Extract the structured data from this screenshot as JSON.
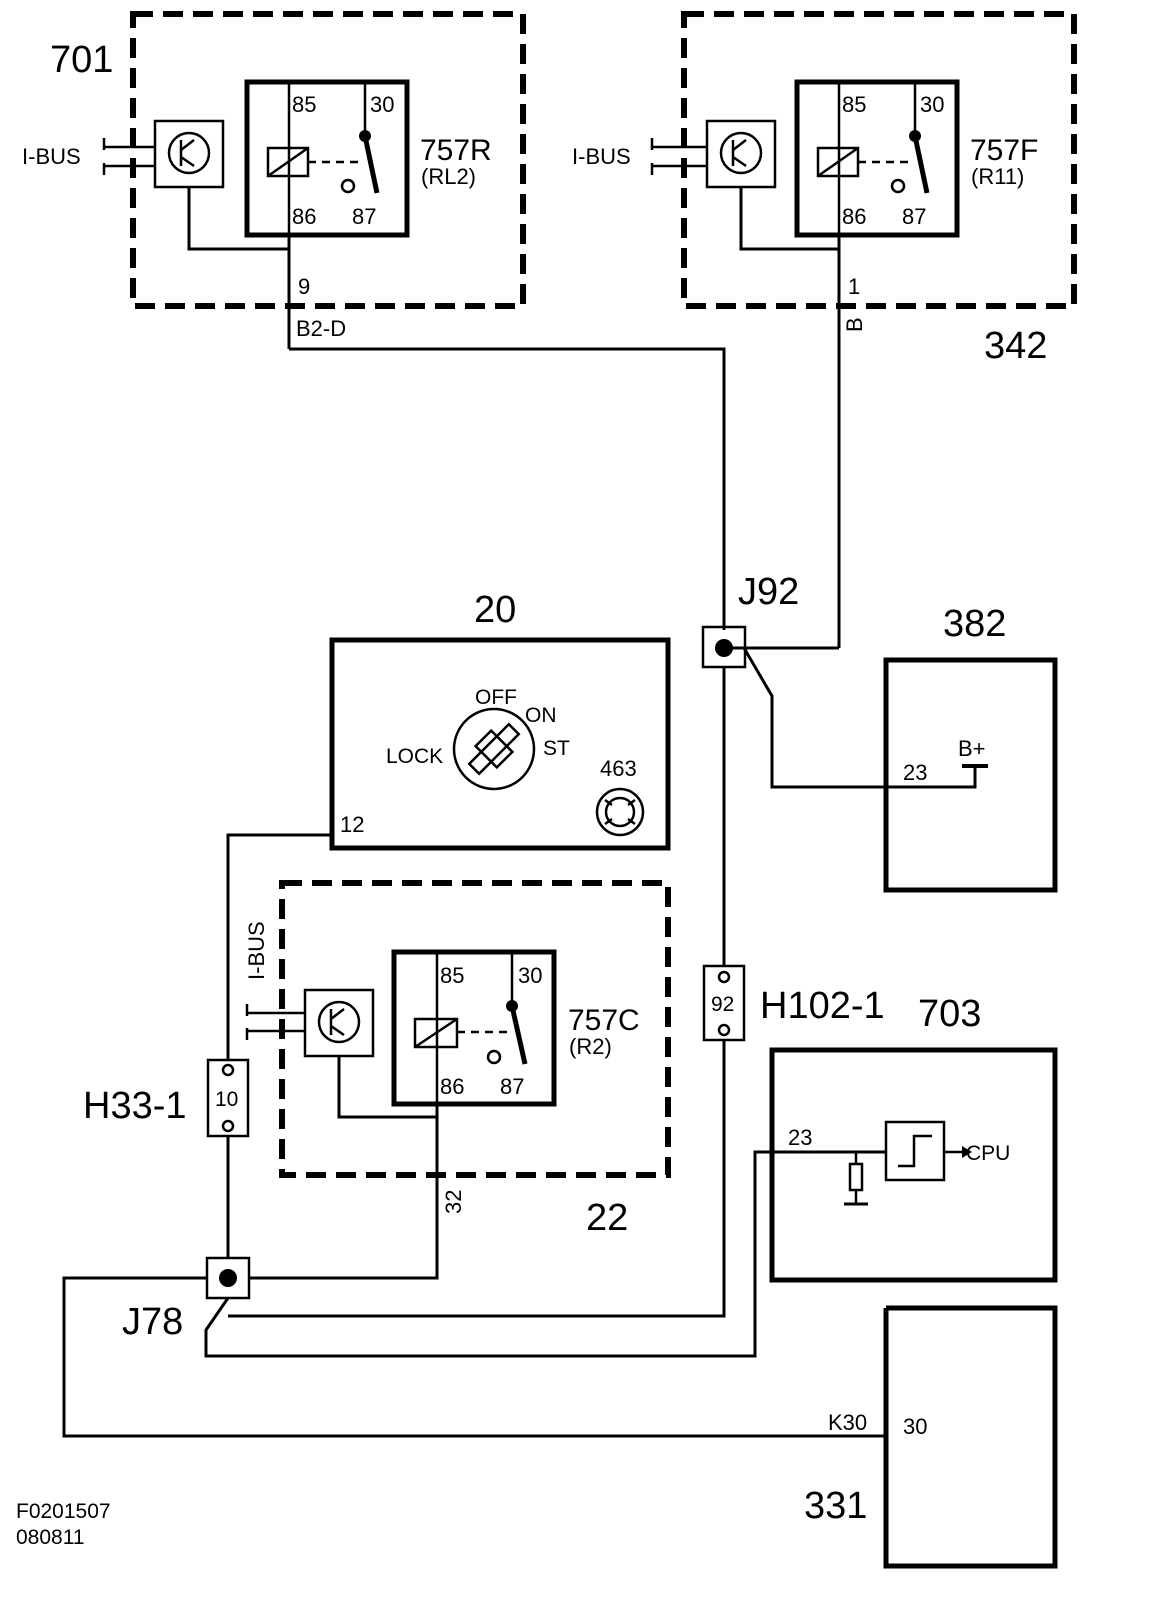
{
  "labels": {
    "m701": "701",
    "m342": "342",
    "m20": "20",
    "m382": "382",
    "m703": "703",
    "m22": "22",
    "m331": "331",
    "j92": "J92",
    "j78": "J78",
    "h102": "H102-1",
    "h33": "H33-1",
    "c92": "92",
    "c10": "10",
    "ibus": "I-BUS",
    "relay_rl2_name": "757R",
    "relay_rl2_sub": "(RL2)",
    "relay_r11_name": "757F",
    "relay_r11_sub": "(R11)",
    "relay_r2_name": "757C",
    "relay_r2_sub": "(R2)",
    "p85": "85",
    "p30": "30",
    "p86": "86",
    "p87": "87",
    "p9": "9",
    "p1": "1",
    "p12": "12",
    "p23": "23",
    "p32": "32",
    "w_b2d": "B2-D",
    "w_b": "B",
    "w_k30": "K30",
    "bplus": "B+",
    "cpu": "CPU",
    "sw_off": "OFF",
    "sw_on": "ON",
    "sw_lock": "LOCK",
    "sw_st": "ST",
    "n463": "463",
    "code1": "F0201507",
    "code2": "080811"
  }
}
